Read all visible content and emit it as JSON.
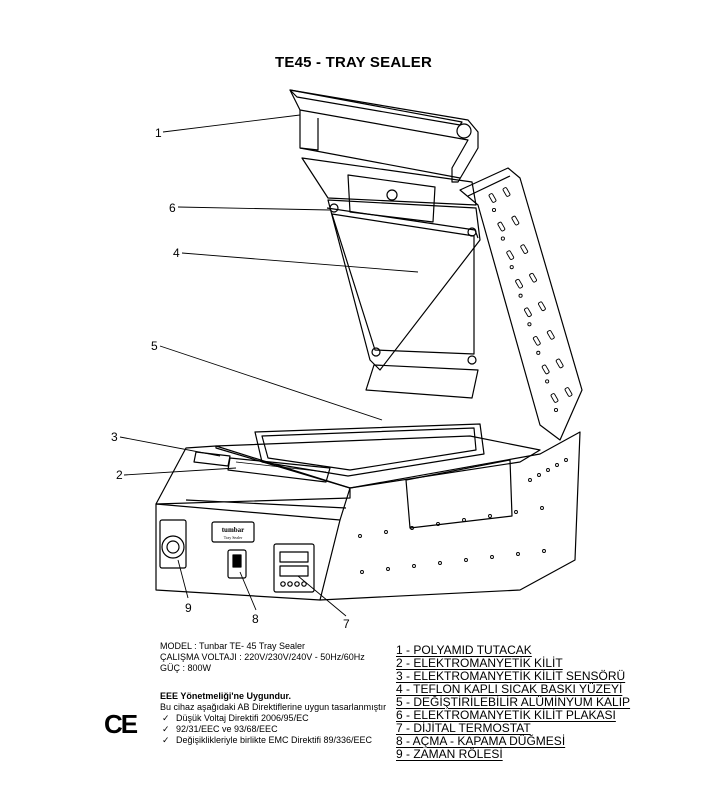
{
  "title": "TE45 - TRAY SEALER",
  "callouts": [
    "1",
    "6",
    "4",
    "5",
    "3",
    "2",
    "9",
    "8",
    "7"
  ],
  "device_badge": {
    "brand": "tumbar",
    "model": "Tray Sealer"
  },
  "specs": {
    "model": "MODEL : Tunbar TE- 45 Tray Sealer",
    "voltage": "ÇALIŞMA VOLTAJI : 220V/230V/240V - 50Hz/60Hz",
    "power": "GÜÇ :  800W"
  },
  "eee": {
    "heading": "EEE Yönetmeliği'ne Uygundur.",
    "intro": "Bu cihaz aşağıdaki AB Direktiflerine uygun tasarlanmıştır",
    "items": [
      "Düşük Voltaj Direktifi 2006/95/EC",
      "92/31/EEC ve 93/68/EEC",
      "Değişiklikleriyle birlikte EMC Direktifi 89/336/EEC"
    ]
  },
  "ce_mark": "CE",
  "legend": [
    "1 - POLYAMID TUTACAK",
    "2 - ELEKTROMANYETİK KİLİT",
    "3 - ELEKTROMANYETİK KİLİT SENSÖRÜ",
    "4 - TEFLON KAPLI SICAK BASKI YÜZEYİ",
    "5 - DEĞİŞTİRİLEBİLİR ALÜMİNYUM KALIP",
    "6 - ELEKTROMANYETİK KİLİT PLAKASI",
    "7 - DİJİTAL TERMOSTAT",
    "8 - AÇMA - KAPAMA DÜĞMESİ",
    "9 - ZAMAN RÖLESİ"
  ],
  "colors": {
    "line": "#000000",
    "background": "#ffffff"
  }
}
